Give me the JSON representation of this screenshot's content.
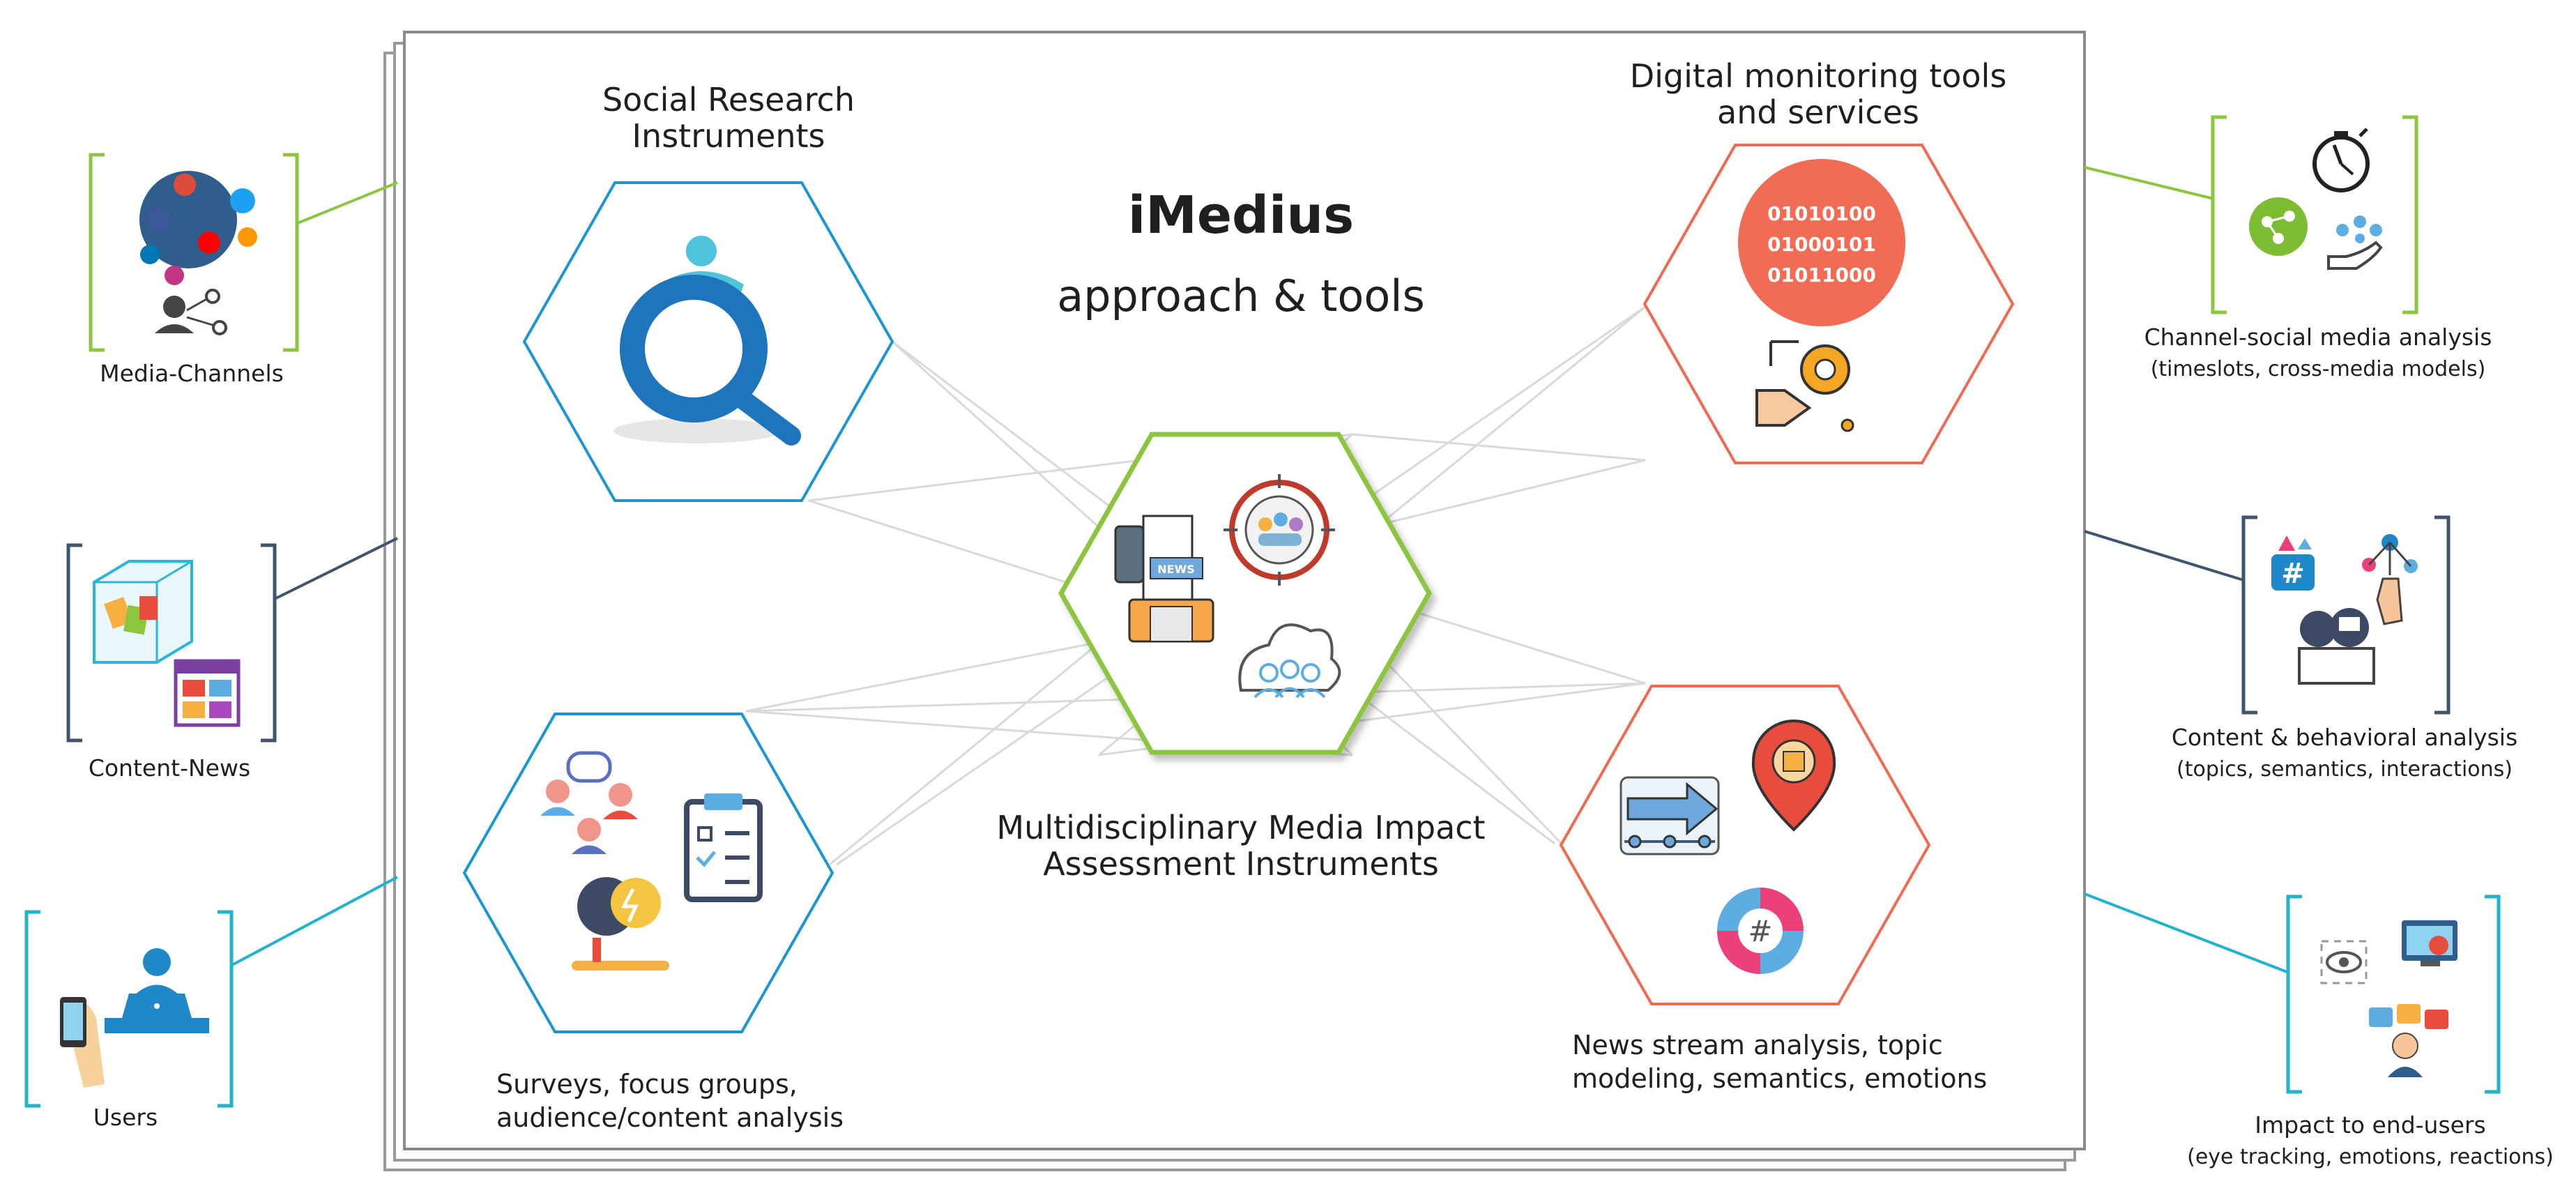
{
  "center": {
    "title": "iMedius",
    "subtitle": "approach & tools",
    "caption_line1": "Multidisciplinary Media Impact",
    "caption_line2": "Assessment Instruments"
  },
  "quadrants": {
    "social_research": {
      "title_line1": "Social Research",
      "title_line2": "Instruments"
    },
    "digital_monitoring": {
      "title_line1": "Digital monitoring tools",
      "title_line2": "and services",
      "binary": [
        "01010100",
        "01000101",
        "01011000"
      ]
    },
    "surveys": {
      "caption_line1": "Surveys, focus groups,",
      "caption_line2": "audience/content analysis"
    },
    "news_stream": {
      "caption_line1": "News stream analysis, topic",
      "caption_line2": "modeling, semantics, emotions"
    }
  },
  "left_panels": [
    {
      "label": "Media-Channels"
    },
    {
      "label": "Content-News"
    },
    {
      "label": "Users"
    }
  ],
  "right_panels": [
    {
      "label": "Channel-social media analysis",
      "sublabel": "(timeslots, cross-media models)"
    },
    {
      "label": "Content & behavioral analysis",
      "sublabel": "(topics, semantics, interactions)"
    },
    {
      "label": "Impact to end-users",
      "sublabel": "(eye tracking, emotions, reactions)"
    }
  ],
  "icon_badges": {
    "news": "NEWS"
  },
  "colors": {
    "blue": "#1a96d4",
    "orange": "#f06a52",
    "green": "#8cc63f",
    "navy": "#3d5570",
    "cyan": "#1fb3cc",
    "connector": "#d9d9d9"
  }
}
